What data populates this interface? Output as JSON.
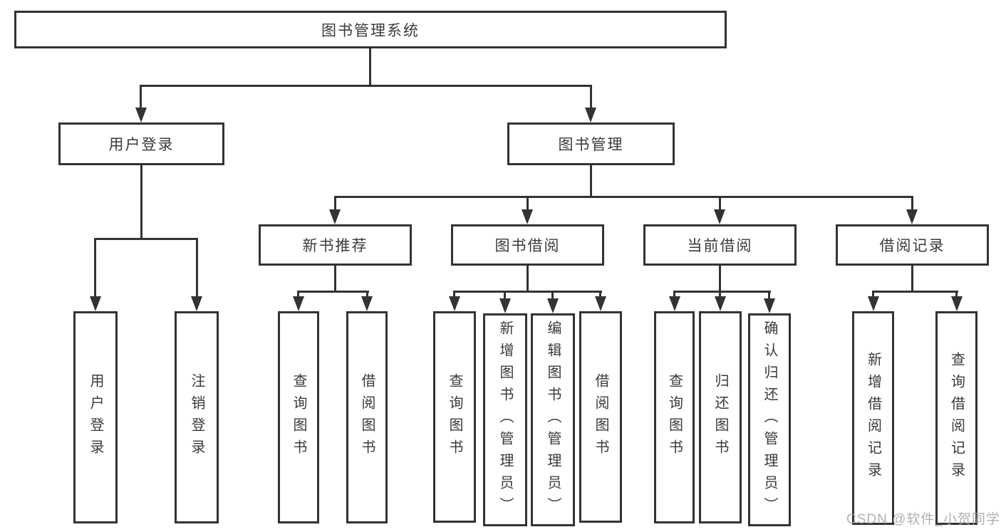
{
  "diagram_type": "hierarchy-tree",
  "colors": {
    "line": "#333333",
    "box_border": "#333333",
    "box_background": "#ffffff",
    "text": "#3a3a3a",
    "watermark": "#a3a3a3",
    "page_background": "#ffffff"
  },
  "watermark": {
    "text": "CSDN @软件_小贺同学"
  },
  "tree": {
    "label": "图书管理系统",
    "children": [
      {
        "label": "用户登录",
        "children": [
          {
            "label": "用户登录"
          },
          {
            "label": "注销登录"
          }
        ]
      },
      {
        "label": "图书管理",
        "children": [
          {
            "label": "新书推荐",
            "children": [
              {
                "label": "查询图书"
              },
              {
                "label": "借阅图书"
              }
            ]
          },
          {
            "label": "图书借阅",
            "children": [
              {
                "label": "查询图书"
              },
              {
                "label": "新增图书（管理员）"
              },
              {
                "label": "编辑图书（管理员）"
              },
              {
                "label": "借阅图书"
              }
            ]
          },
          {
            "label": "当前借阅",
            "children": [
              {
                "label": "查询图书"
              },
              {
                "label": "归还图书"
              },
              {
                "label": "确认归还（管理员）"
              }
            ]
          },
          {
            "label": "借阅记录",
            "children": [
              {
                "label": "新增借阅记录"
              },
              {
                "label": "查询借阅记录"
              }
            ]
          }
        ]
      }
    ]
  }
}
